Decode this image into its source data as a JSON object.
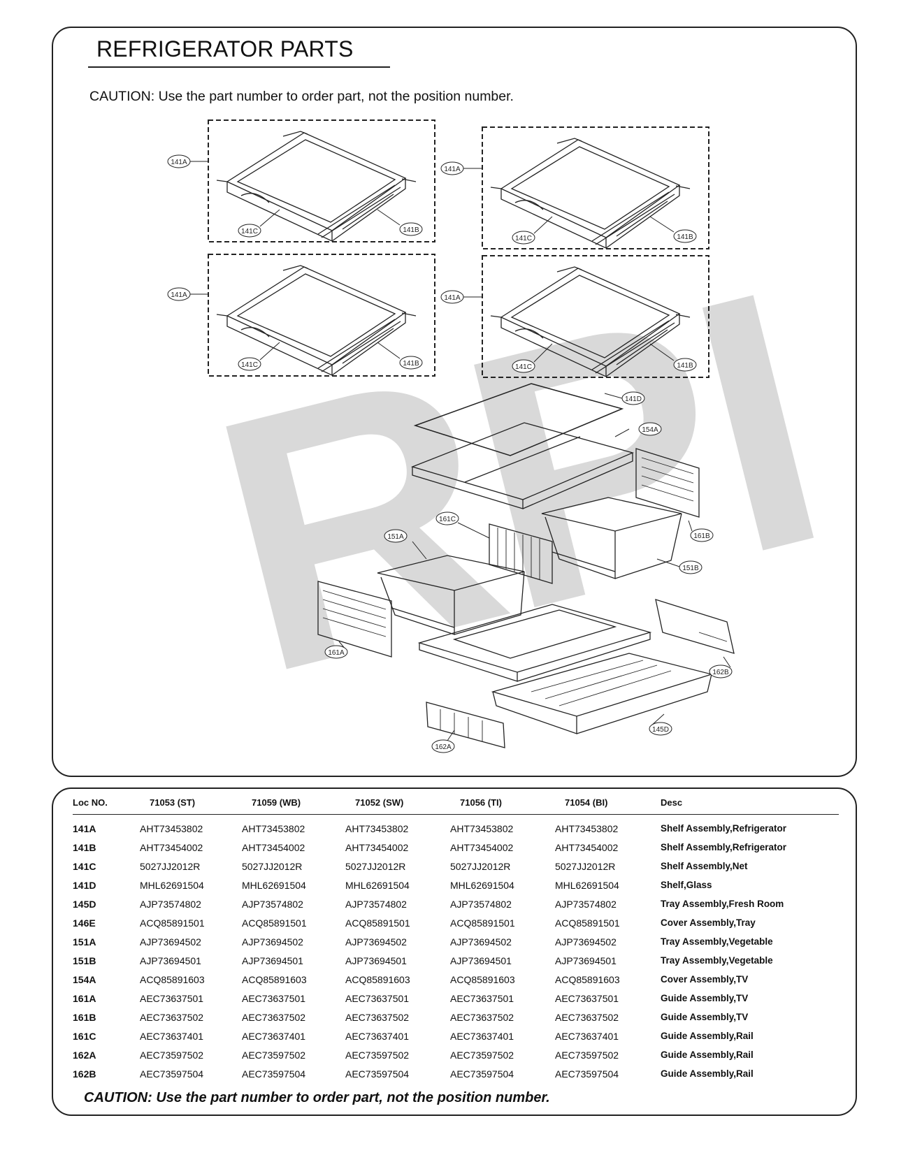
{
  "header": {
    "title": "REFRIGERATOR PARTS",
    "caution": "CAUTION: Use the part number to order part, not the position number."
  },
  "watermark": "RPI",
  "callouts": {
    "a1": "141A",
    "b1": "141B",
    "c1": "141C",
    "a2": "141A",
    "b2": "141B",
    "c2": "141C",
    "a3": "141A",
    "b3": "141B",
    "c3": "141C",
    "a4": "141A",
    "b4": "141B",
    "c4": "141C",
    "d": "141D",
    "tv": "154A",
    "g161b": "161B",
    "g161c": "161C",
    "t151a": "151A",
    "t151b": "151B",
    "g161a": "161A",
    "r162b": "162B",
    "r162a": "162A",
    "f145d": "145D"
  },
  "table": {
    "headers": [
      "Loc NO.",
      "71053 (ST)",
      "71059 (WB)",
      "71052 (SW)",
      "71056 (TI)",
      "71054 (BI)",
      "Desc"
    ],
    "rows": [
      [
        "141A",
        "AHT73453802",
        "AHT73453802",
        "AHT73453802",
        "AHT73453802",
        "AHT73453802",
        "Shelf Assembly,Refrigerator"
      ],
      [
        "141B",
        "AHT73454002",
        "AHT73454002",
        "AHT73454002",
        "AHT73454002",
        "AHT73454002",
        "Shelf Assembly,Refrigerator"
      ],
      [
        "141C",
        "5027JJ2012R",
        "5027JJ2012R",
        "5027JJ2012R",
        "5027JJ2012R",
        "5027JJ2012R",
        "Shelf Assembly,Net"
      ],
      [
        "141D",
        "MHL62691504",
        "MHL62691504",
        "MHL62691504",
        "MHL62691504",
        "MHL62691504",
        "Shelf,Glass"
      ],
      [
        "145D",
        "AJP73574802",
        "AJP73574802",
        "AJP73574802",
        "AJP73574802",
        "AJP73574802",
        "Tray Assembly,Fresh Room"
      ],
      [
        "146E",
        "ACQ85891501",
        "ACQ85891501",
        "ACQ85891501",
        "ACQ85891501",
        "ACQ85891501",
        "Cover Assembly,Tray"
      ],
      [
        "151A",
        "AJP73694502",
        "AJP73694502",
        "AJP73694502",
        "AJP73694502",
        "AJP73694502",
        "Tray Assembly,Vegetable"
      ],
      [
        "151B",
        "AJP73694501",
        "AJP73694501",
        "AJP73694501",
        "AJP73694501",
        "AJP73694501",
        "Tray Assembly,Vegetable"
      ],
      [
        "154A",
        "ACQ85891603",
        "ACQ85891603",
        "ACQ85891603",
        "ACQ85891603",
        "ACQ85891603",
        "Cover Assembly,TV"
      ],
      [
        "161A",
        "AEC73637501",
        "AEC73637501",
        "AEC73637501",
        "AEC73637501",
        "AEC73637501",
        "Guide Assembly,TV"
      ],
      [
        "161B",
        "AEC73637502",
        "AEC73637502",
        "AEC73637502",
        "AEC73637502",
        "AEC73637502",
        "Guide Assembly,TV"
      ],
      [
        "161C",
        "AEC73637401",
        "AEC73637401",
        "AEC73637401",
        "AEC73637401",
        "AEC73637401",
        "Guide Assembly,Rail"
      ],
      [
        "162A",
        "AEC73597502",
        "AEC73597502",
        "AEC73597502",
        "AEC73597502",
        "AEC73597502",
        "Guide Assembly,Rail"
      ],
      [
        "162B",
        "AEC73597504",
        "AEC73597504",
        "AEC73597504",
        "AEC73597504",
        "AEC73597504",
        "Guide Assembly,Rail"
      ]
    ]
  },
  "footer": {
    "caution": "CAUTION: Use the part number to order part, not the position number."
  }
}
